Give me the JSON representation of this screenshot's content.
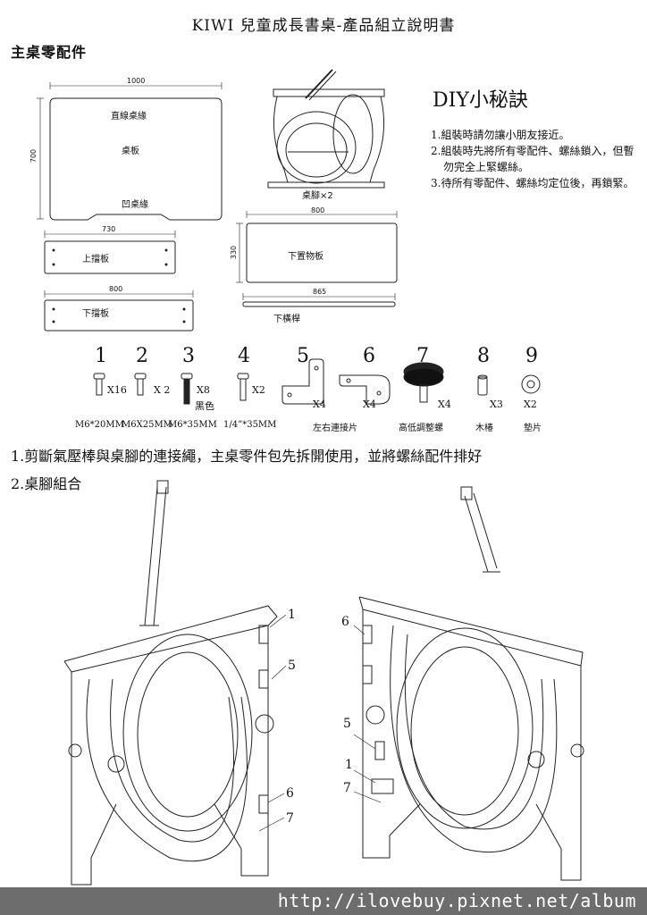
{
  "document": {
    "title": "KIWI 兒童成長書桌-產品組立說明書",
    "parts_heading": "主桌零配件"
  },
  "panels": {
    "desktop": {
      "width": "1000",
      "height": "700",
      "edge_straight": "直線桌緣",
      "center": "桌板",
      "edge_concave": "凹桌緣"
    },
    "leg": {
      "label": "桌腳×2"
    },
    "shelf": {
      "width": "800",
      "height": "330",
      "label": "下置物板"
    },
    "upper_board": {
      "width": "730",
      "label": "上擋板"
    },
    "lower_board": {
      "width": "800",
      "label": "下擋板"
    },
    "crossbar": {
      "width": "865",
      "label": "下橫桿"
    }
  },
  "diy": {
    "title": "DIY小秘訣",
    "tips": [
      "1.組裝時請勿讓小朋友接近。",
      "2.組裝時先將所有零配件、螺絲鎖入，但暫勿完全上緊螺絲。",
      "3.待所有零配件、螺絲均定位後，再鎖緊。"
    ]
  },
  "hardware": [
    {
      "num": "1",
      "qty": "X16",
      "spec": "M6*20MM"
    },
    {
      "num": "2",
      "qty": "X 2",
      "spec": "M6X25MM"
    },
    {
      "num": "3",
      "qty": "X8",
      "note": "黑色",
      "spec": "M6*35MM"
    },
    {
      "num": "4",
      "qty": "X2",
      "spec": "1/4”*35MM"
    },
    {
      "num": "5",
      "qty": "X4",
      "spec": "左右連接片"
    },
    {
      "num": "6",
      "qty": "X4",
      "spec": ""
    },
    {
      "num": "7",
      "qty": "X4",
      "spec": "高低調整螺"
    },
    {
      "num": "8",
      "qty": "X3",
      "spec": "木椿"
    },
    {
      "num": "9",
      "qty": "X2",
      "spec": "墊片"
    }
  ],
  "steps": {
    "step1": "1.剪斷氣壓棒與桌腳的連接繩，主桌零件包先拆開使用，並將螺絲配件排好",
    "step2": "2.桌腳組合"
  },
  "callouts": {
    "left": [
      "1",
      "5",
      "6",
      "7"
    ],
    "right": [
      "6",
      "5",
      "1",
      "7"
    ]
  },
  "watermark": "http://ilovebuy.pixnet.net/album"
}
